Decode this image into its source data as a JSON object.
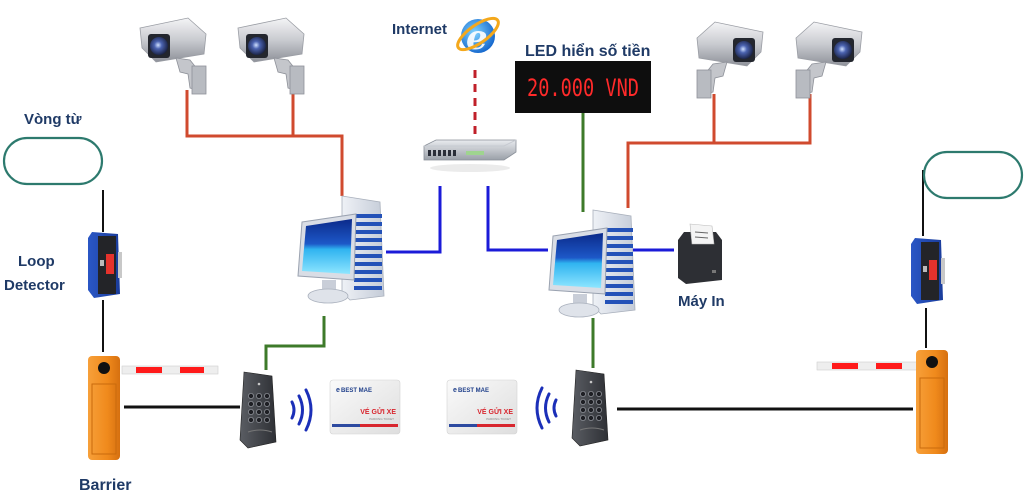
{
  "title": "Parking management system diagram",
  "labels": {
    "loop_coil": "Vòng từ",
    "loop_detector_line1": "Loop",
    "loop_detector_line2": "Detector",
    "barrier": "Barrier",
    "internet": "Internet",
    "led_display_label": "LED hiển số tiền",
    "printer": "Máy In"
  },
  "led_display": {
    "value": "20.000 VND"
  },
  "parking_card": {
    "brand": "BEST MAE",
    "brand_prefix": "e",
    "title": "VÉ GỬI XE",
    "subtitle": "PARKING TICKET"
  },
  "colors": {
    "camera_link": "#d04a2e",
    "network_link": "#1b1bd8",
    "internet_link": "#c0202a",
    "reader_link": "#3d7a2a",
    "control_link": "#111111",
    "loop_coil": "#2d7a6e",
    "barrier_body": "#f08a1c",
    "label_text": "#1f3a66",
    "led_text": "#ff2a2a"
  }
}
